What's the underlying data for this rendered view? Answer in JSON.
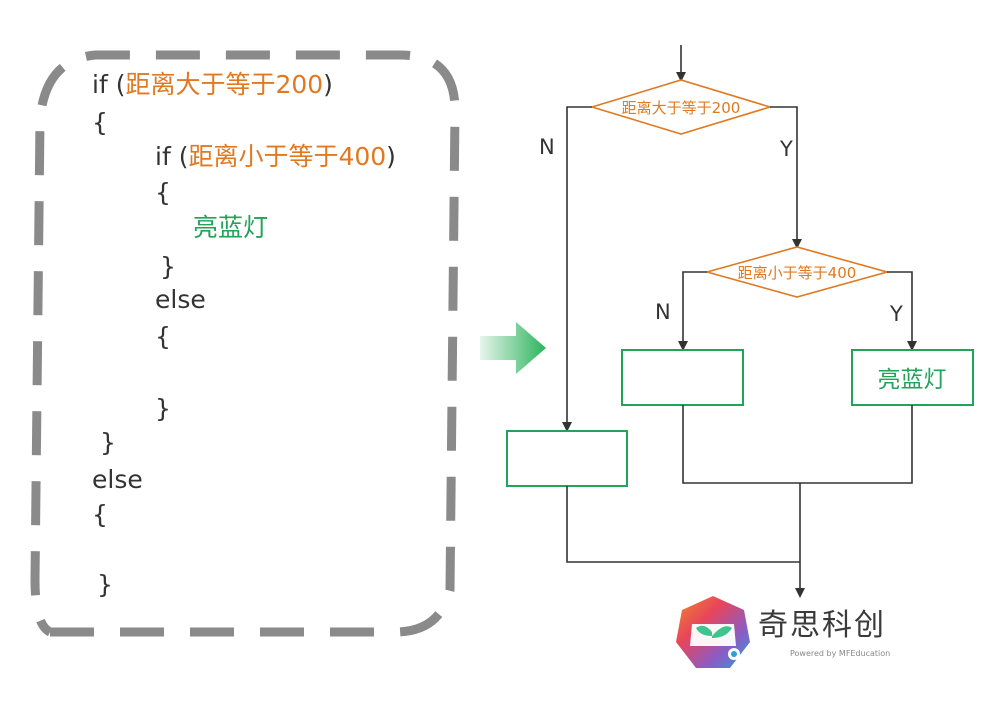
{
  "colors": {
    "dash_border": "#8a8a8a",
    "code_text": "#333333",
    "condition": "#e07920",
    "action": "#22a35a",
    "line": "#333333",
    "arrow_gradient": [
      "#e6f6ec",
      "#2bb35c"
    ]
  },
  "code": {
    "outer_if_keyword": "if (",
    "outer_condition": "距离大于等于200",
    "outer_close": ")",
    "brace_open_1": "{",
    "inner_if_keyword": "if (",
    "inner_condition": "距离小于等于400",
    "inner_close": ")",
    "brace_open_2": "{",
    "action_blue_light": "亮蓝灯",
    "brace_close_2": "}",
    "inner_else": "else",
    "brace_open_3": "{",
    "brace_close_3": "}",
    "brace_close_1": "}",
    "outer_else": "else",
    "brace_open_4": "{",
    "brace_close_4": "}"
  },
  "flowchart": {
    "decision_1": "距离大于等于200",
    "decision_2": "距离小于等于400",
    "yes_1": "Y",
    "no_1": "N",
    "yes_2": "Y",
    "no_2": "N",
    "action_yes": "亮蓝灯",
    "action_no_inner": "",
    "action_no_outer": ""
  },
  "logo": {
    "name": "奇思科创",
    "tagline": "Powered by MFEducation",
    "icon": "sprout-logo-icon"
  }
}
